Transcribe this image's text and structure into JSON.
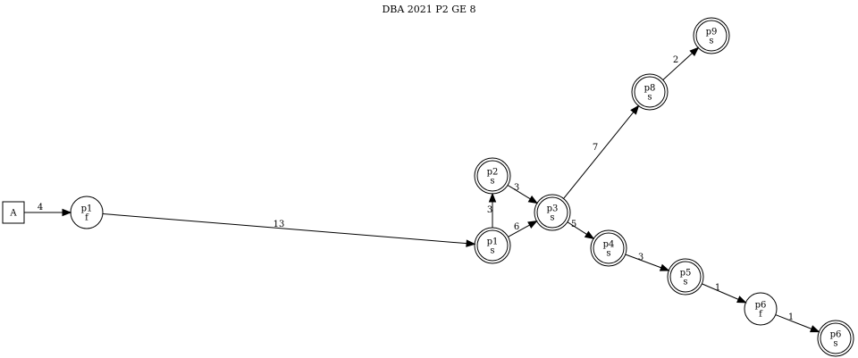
{
  "title": "DBA 2021 P2 GE 8",
  "nodes": [
    {
      "id": "A",
      "lines": [
        "A"
      ],
      "shape": "box"
    },
    {
      "id": "p1f",
      "lines": [
        "p1",
        "f"
      ],
      "shape": "circle"
    },
    {
      "id": "p1s",
      "lines": [
        "p1",
        "s"
      ],
      "shape": "doublecircle"
    },
    {
      "id": "p2s",
      "lines": [
        "p2",
        "s"
      ],
      "shape": "doublecircle"
    },
    {
      "id": "p3s",
      "lines": [
        "p3",
        "s"
      ],
      "shape": "doublecircle"
    },
    {
      "id": "p4s",
      "lines": [
        "p4",
        "s"
      ],
      "shape": "doublecircle"
    },
    {
      "id": "p5s",
      "lines": [
        "p5",
        "s"
      ],
      "shape": "doublecircle"
    },
    {
      "id": "p6f",
      "lines": [
        "p6",
        "f"
      ],
      "shape": "circle"
    },
    {
      "id": "p6s",
      "lines": [
        "p6",
        "s"
      ],
      "shape": "doublecircle"
    },
    {
      "id": "p8s",
      "lines": [
        "p8",
        "s"
      ],
      "shape": "doublecircle"
    },
    {
      "id": "p9s",
      "lines": [
        "p9",
        "s"
      ],
      "shape": "doublecircle"
    }
  ],
  "edges": [
    {
      "from": "A",
      "to": "p1f",
      "label": "4"
    },
    {
      "from": "p1f",
      "to": "p1s",
      "label": "13"
    },
    {
      "from": "p1s",
      "to": "p2s",
      "label": "3"
    },
    {
      "from": "p1s",
      "to": "p3s",
      "label": "6"
    },
    {
      "from": "p2s",
      "to": "p3s",
      "label": "3"
    },
    {
      "from": "p3s",
      "to": "p8s",
      "label": "7"
    },
    {
      "from": "p3s",
      "to": "p4s",
      "label": "5"
    },
    {
      "from": "p4s",
      "to": "p5s",
      "label": "3"
    },
    {
      "from": "p5s",
      "to": "p6f",
      "label": "1"
    },
    {
      "from": "p6f",
      "to": "p6s",
      "label": "1"
    },
    {
      "from": "p8s",
      "to": "p9s",
      "label": "2"
    }
  ]
}
